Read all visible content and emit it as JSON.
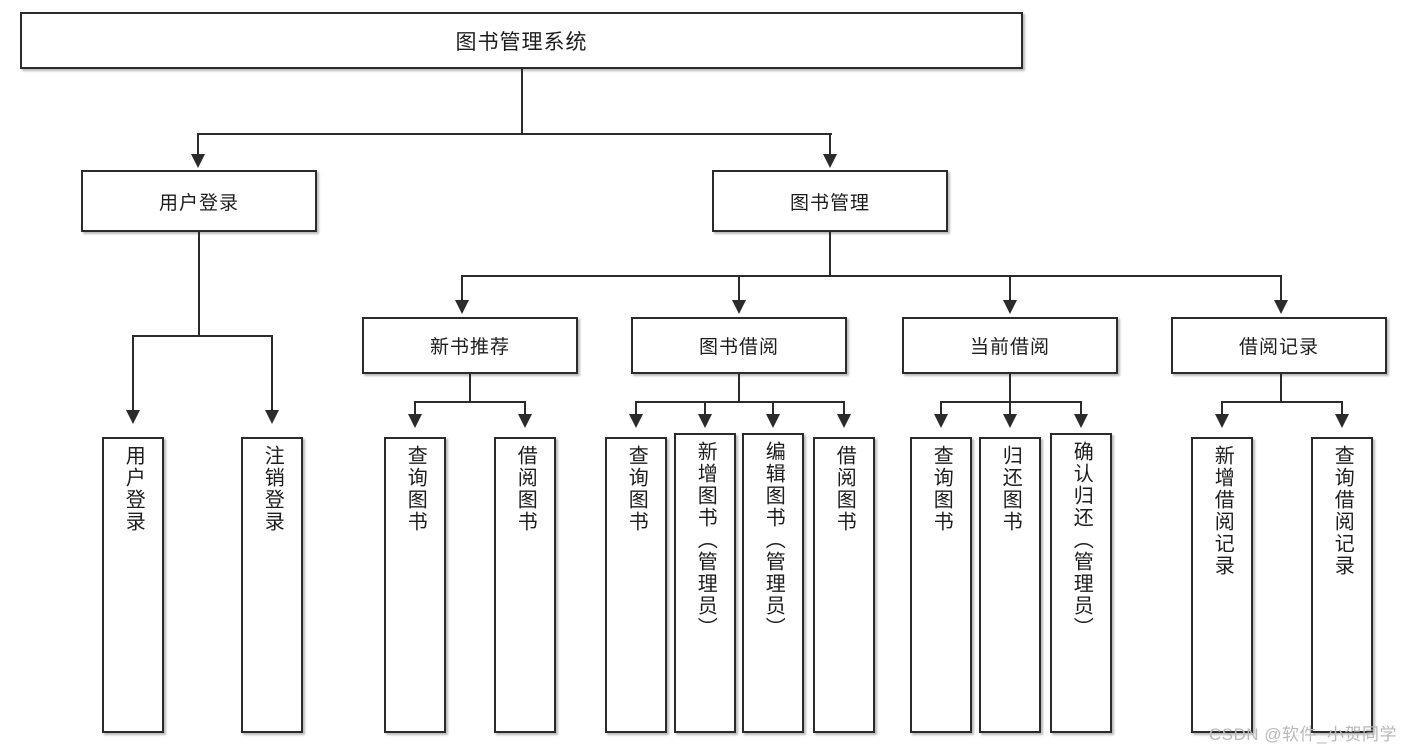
{
  "diagram": {
    "title": "图书管理系统",
    "watermark": "CSDN @软件_小贺同学",
    "colors": {
      "background": "#ffffff",
      "border": "#2b2b2b",
      "text": "#1d1d1d",
      "watermark": "#b9b9b9"
    },
    "root": {
      "label": "图书管理系统"
    },
    "level2": [
      {
        "id": "user-login",
        "label": "用户登录"
      },
      {
        "id": "book-management",
        "label": "图书管理"
      }
    ],
    "level3": [
      {
        "id": "new-book-recommend",
        "label": "新书推荐",
        "parent": "book-management"
      },
      {
        "id": "book-borrow",
        "label": "图书借阅",
        "parent": "book-management"
      },
      {
        "id": "current-borrow",
        "label": "当前借阅",
        "parent": "book-management"
      },
      {
        "id": "borrow-record",
        "label": "借阅记录",
        "parent": "book-management"
      }
    ],
    "leaves": {
      "user-login": [
        {
          "id": "leaf-user-login",
          "label": "用户登录"
        },
        {
          "id": "leaf-logout-login",
          "label": "注销登录"
        }
      ],
      "new-book-recommend": [
        {
          "id": "leaf-query-book-1",
          "label": "查询图书"
        },
        {
          "id": "leaf-borrow-book-1",
          "label": "借阅图书"
        }
      ],
      "book-borrow": [
        {
          "id": "leaf-query-book-2",
          "label": "查询图书"
        },
        {
          "id": "leaf-add-book-admin",
          "label": "新增图书（管理员）"
        },
        {
          "id": "leaf-edit-book-admin",
          "label": "编辑图书（管理员）"
        },
        {
          "id": "leaf-borrow-book-2",
          "label": "借阅图书"
        }
      ],
      "current-borrow": [
        {
          "id": "leaf-query-book-3",
          "label": "查询图书"
        },
        {
          "id": "leaf-return-book",
          "label": "归还图书"
        },
        {
          "id": "leaf-confirm-return-admin",
          "label": "确认归还（管理员）"
        }
      ],
      "borrow-record": [
        {
          "id": "leaf-add-borrow-record",
          "label": "新增借阅记录"
        },
        {
          "id": "leaf-query-borrow-record",
          "label": "查询借阅记录"
        }
      ]
    }
  }
}
